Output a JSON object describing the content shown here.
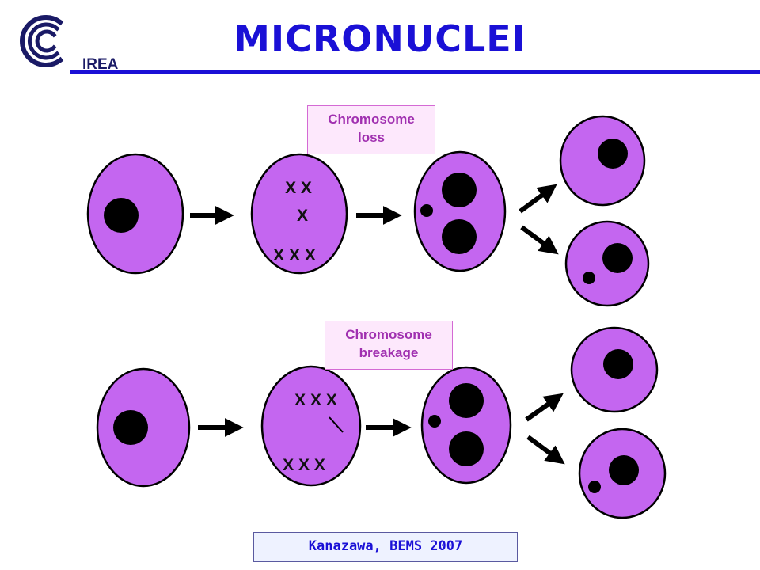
{
  "header": {
    "title": "MICRONUCLEI",
    "logo_text": "IREA"
  },
  "colors": {
    "title": "#1a10d6",
    "cell_fill": "#c466f0",
    "nucleus": "#000000",
    "label_text": "#a030b0"
  },
  "rows": [
    {
      "label": [
        "Chromosome",
        "loss"
      ],
      "metaphase_marks": [
        "X X",
        "X",
        "X X X"
      ]
    },
    {
      "label": [
        "Chromosome",
        "breakage"
      ],
      "metaphase_marks": [
        "X X X",
        "X X X"
      ]
    }
  ],
  "citation": "Kanazawa, BEMS 2007"
}
